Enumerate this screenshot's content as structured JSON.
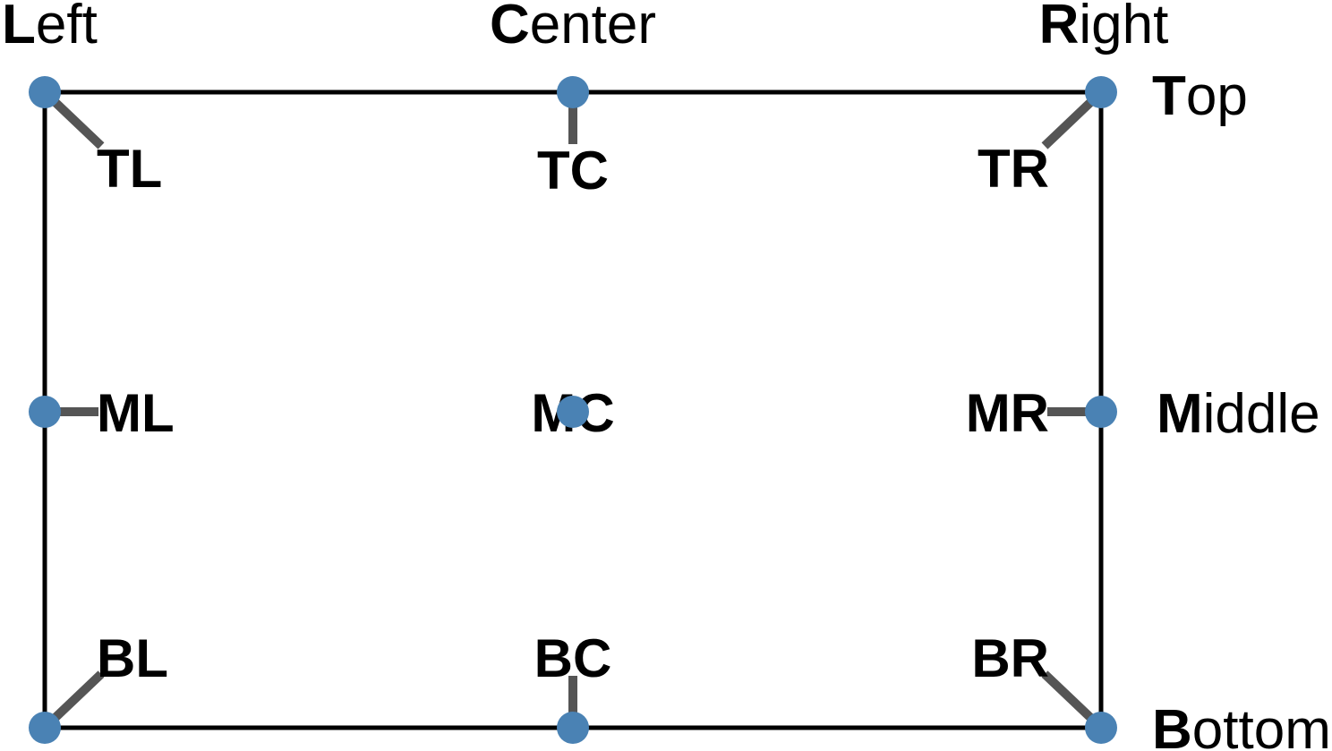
{
  "colors": {
    "dot": "#4a82b4",
    "connector": "#555555",
    "frame": "#000000",
    "text": "#000000",
    "background": "#ffffff"
  },
  "column_headers": [
    {
      "bold": "L",
      "rest": "eft"
    },
    {
      "bold": "C",
      "rest": "enter"
    },
    {
      "bold": "R",
      "rest": "ight"
    }
  ],
  "row_headers": [
    {
      "bold": "T",
      "rest": "op"
    },
    {
      "bold": "M",
      "rest": "iddle"
    },
    {
      "bold": "B",
      "rest": "ottom"
    }
  ],
  "anchor_labels": [
    "TL",
    "TC",
    "TR",
    "ML",
    "MC",
    "MR",
    "BL",
    "BC",
    "BR"
  ]
}
